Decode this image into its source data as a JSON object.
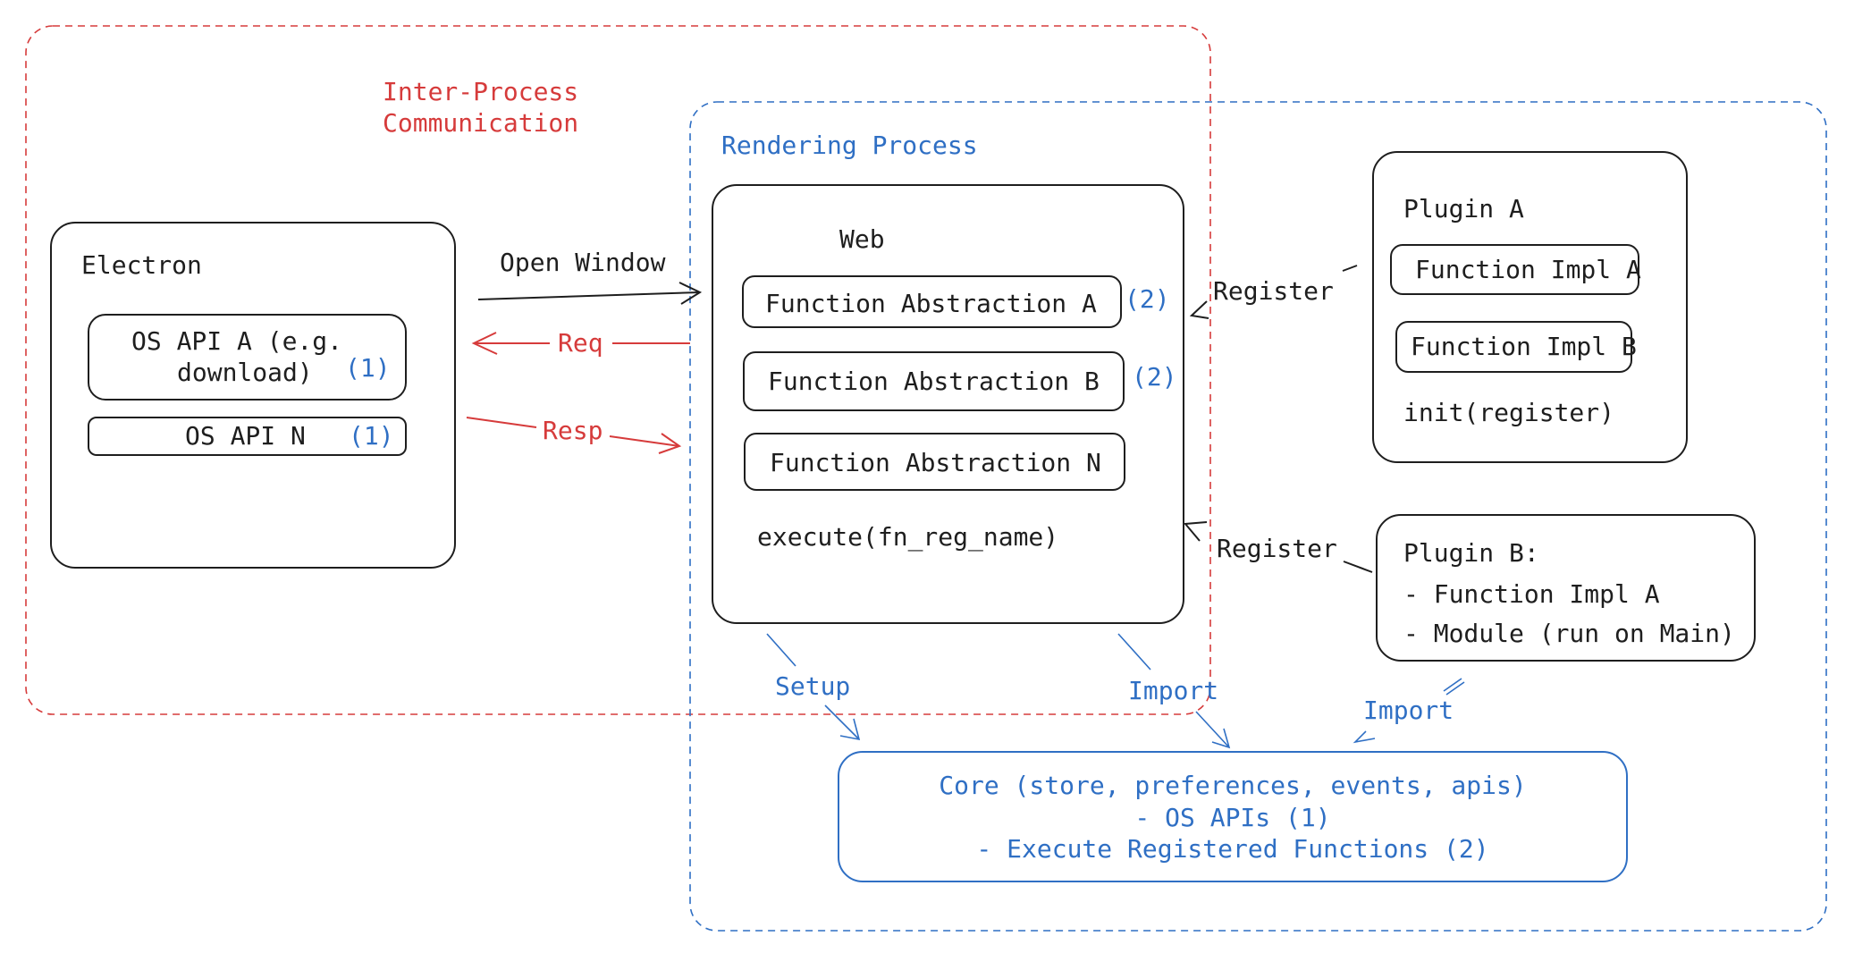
{
  "colors": {
    "ipc": "#d63b3b",
    "rendering": "#2f6fc4",
    "ink": "#1e1e1e",
    "core": "#2f6fc4"
  },
  "ipc_region": {
    "title_line1": "Inter-Process",
    "title_line2": "Communication"
  },
  "rendering_region": {
    "title": "Rendering Process"
  },
  "electron": {
    "title": "Electron",
    "os_api_a": {
      "line1": "OS API A (e.g.",
      "line2": "download)",
      "tag": "(1)"
    },
    "os_api_n": {
      "label": "OS API N",
      "tag": "(1)"
    }
  },
  "web": {
    "title": "Web",
    "abstractions": [
      {
        "label": "Function Abstraction A",
        "tag": "(2)"
      },
      {
        "label": "Function Abstraction B",
        "tag": "(2)"
      },
      {
        "label": "Function Abstraction N",
        "tag": ""
      }
    ],
    "execute": "execute(fn_reg_name)"
  },
  "plugin_a": {
    "title": "Plugin A",
    "impls": [
      "Function Impl A",
      "Function Impl B"
    ],
    "init": "init(register)"
  },
  "plugin_b": {
    "lines": [
      "Plugin B:",
      "- Function Impl A",
      "- Module (run on Main)"
    ]
  },
  "core": {
    "lines": [
      "Core (store, preferences, events, apis)",
      "- OS APIs (1)",
      "- Execute Registered Functions (2)"
    ]
  },
  "edges": {
    "open_window": "Open Window",
    "req": "Req",
    "resp": "Resp",
    "register_a": "Register",
    "register_b": "Register",
    "setup": "Setup",
    "import_web": "Import",
    "import_plugin_b": "Import"
  }
}
